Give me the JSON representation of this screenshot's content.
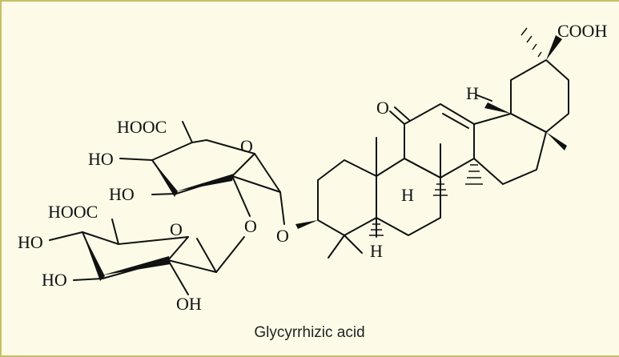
{
  "caption": "Glycyrrhizic acid",
  "labels": {
    "cooh": "COOH",
    "h_top": "H",
    "ketone_o": "O",
    "h_mid": "H",
    "h_low": "H",
    "link_o": "O",
    "sugar1_cooh": "HOOC",
    "sugar1_ring_o": "O",
    "sugar1_ho_top": "HO",
    "sugar1_ho_bottom": "HO",
    "glyco_o": "O",
    "sugar2_cooh": "HOOC",
    "sugar2_ring_o": "O",
    "sugar2_ho_top": "HO",
    "sugar2_ho_bottom": "HO",
    "sugar2_oh": "OH"
  },
  "colors": {
    "background": "#fdfbe8",
    "border": "#c9bf6a",
    "ink": "#111111"
  }
}
